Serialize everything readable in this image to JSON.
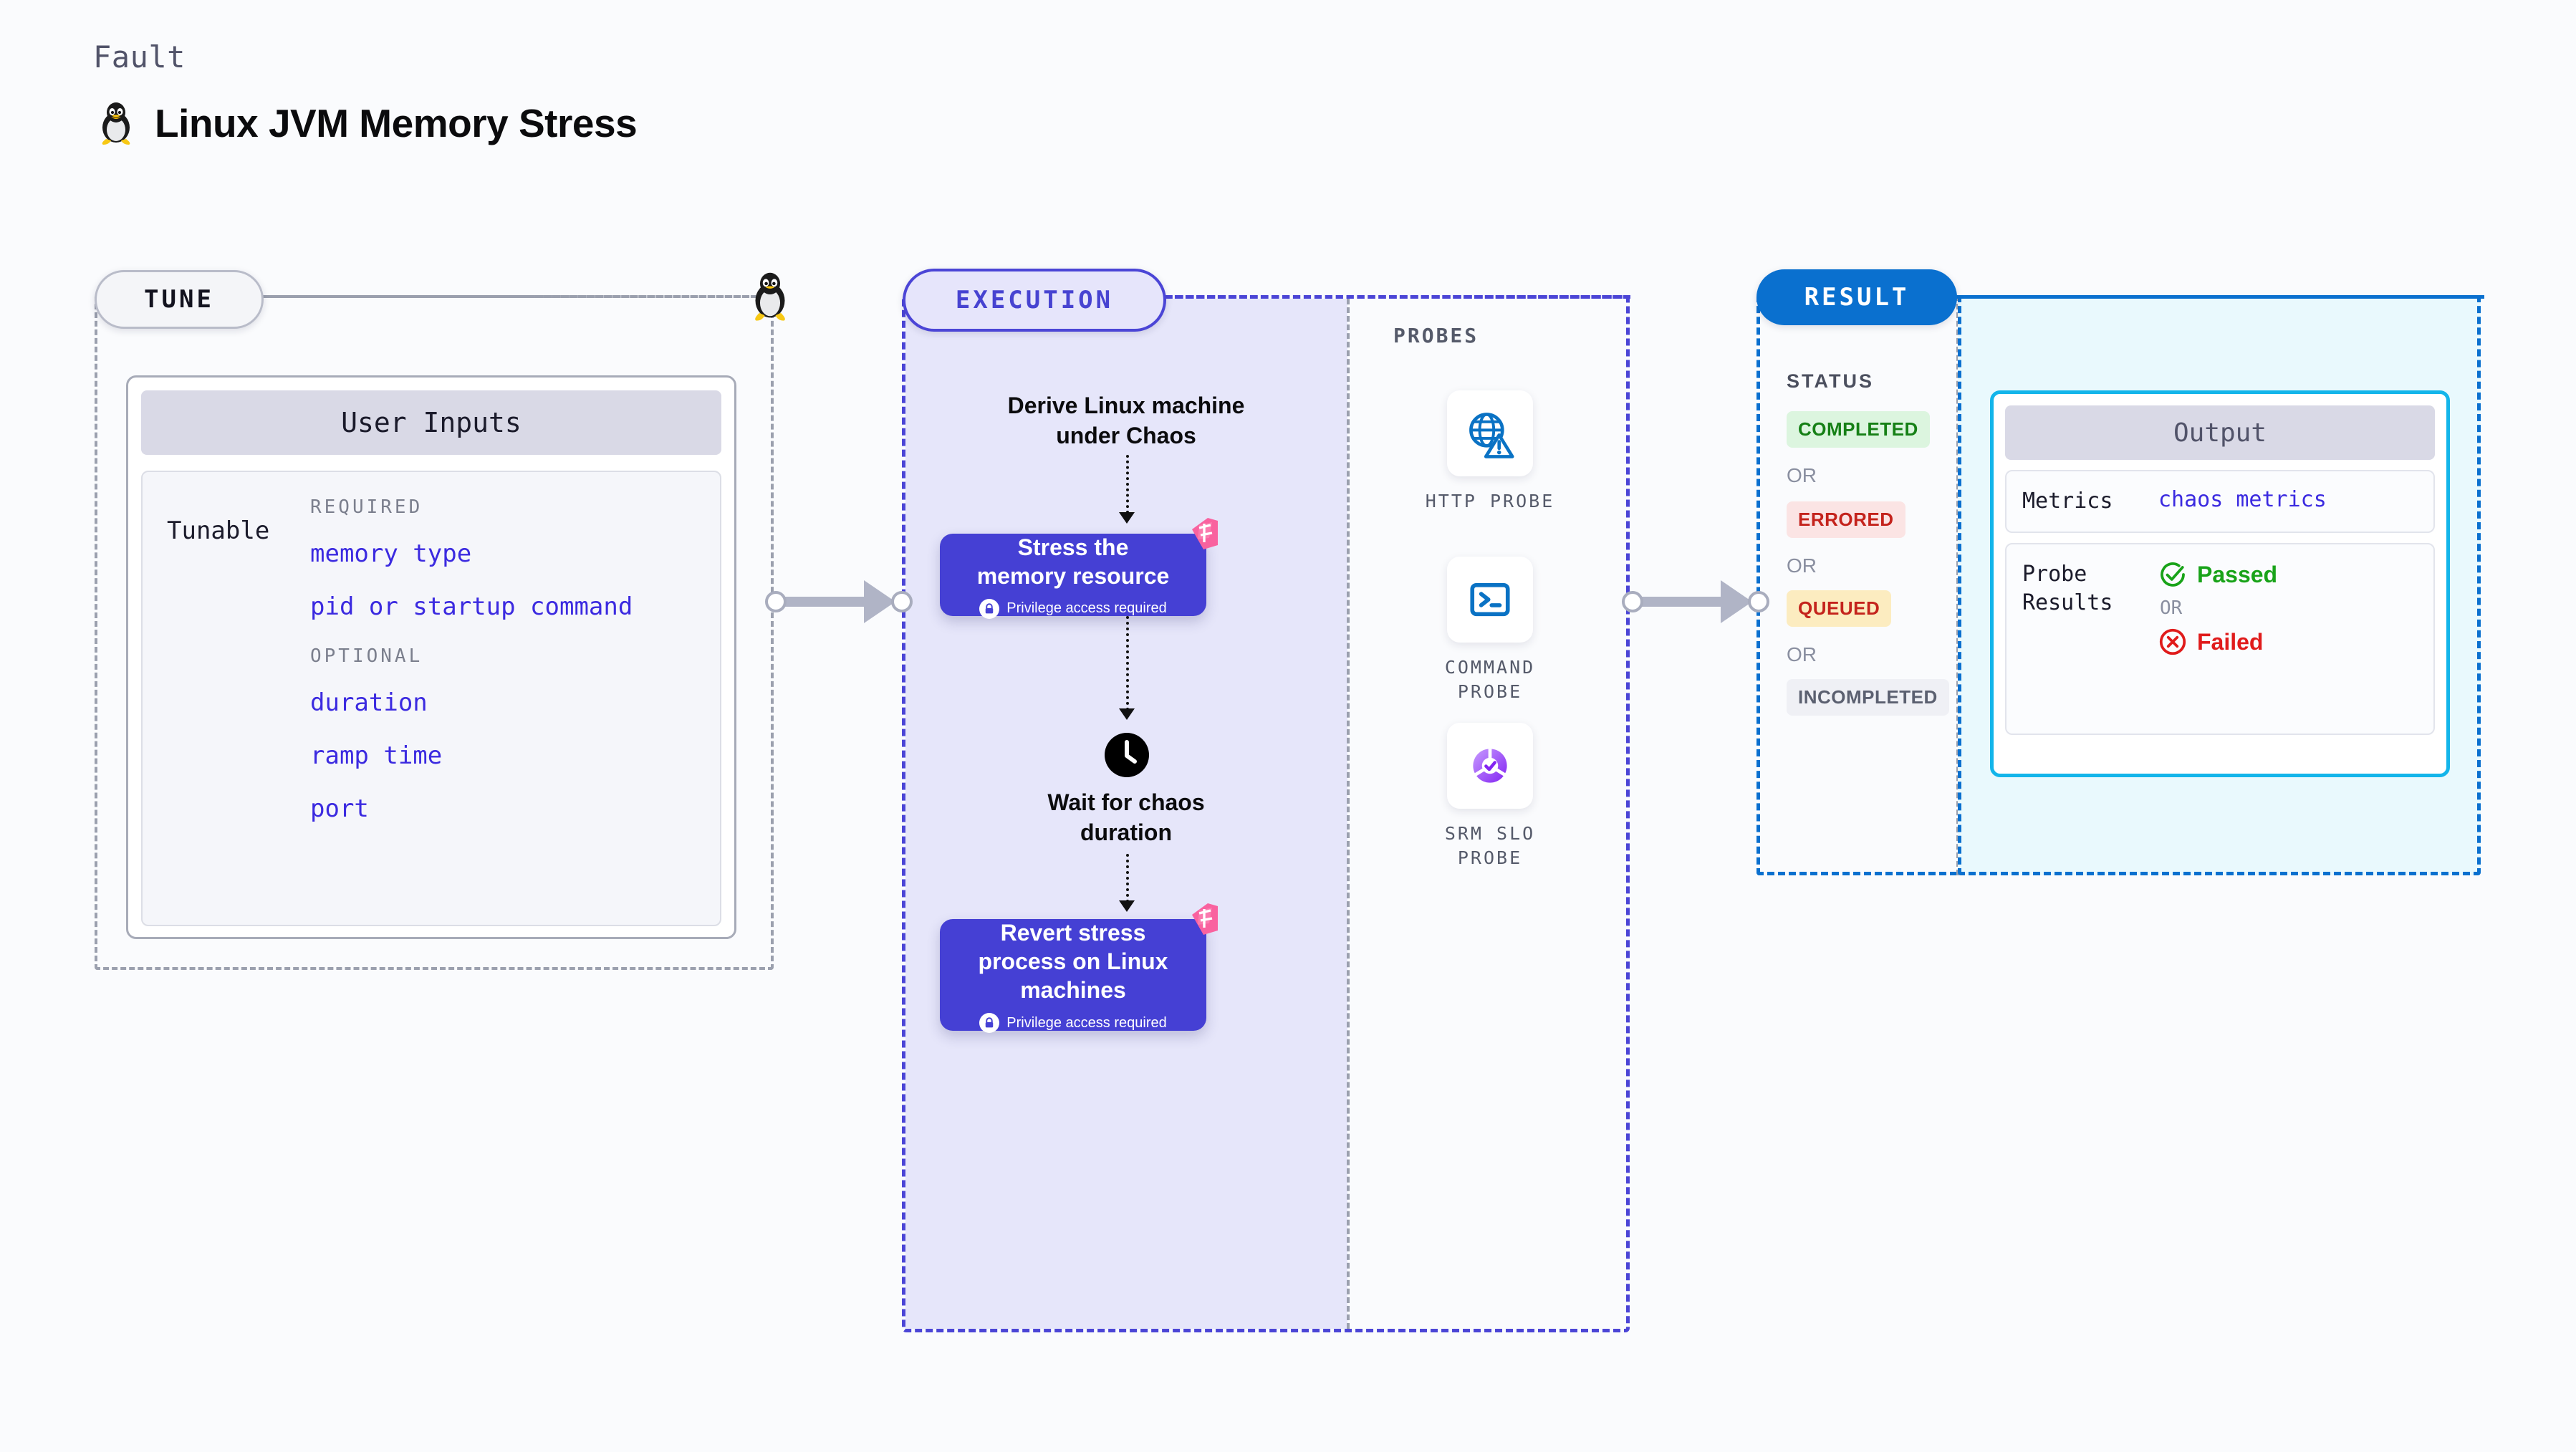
{
  "header": {
    "eyebrow": "Fault",
    "title": "Linux JVM Memory Stress",
    "tux_icon": "tux-penguin-icon"
  },
  "tune": {
    "pill_label": "TUNE",
    "card_title": "User Inputs",
    "tunable_label": "Tunable",
    "groups": [
      {
        "heading": "REQUIRED",
        "items": [
          "memory type",
          "pid or startup command"
        ]
      },
      {
        "heading": "OPTIONAL",
        "items": [
          "duration",
          "ramp time",
          "port"
        ]
      }
    ]
  },
  "execution": {
    "pill_label": "EXECUTION",
    "steps": [
      {
        "kind": "text",
        "label": "Derive Linux machine\nunder Chaos"
      },
      {
        "kind": "card",
        "label": "Stress the\nmemory resource",
        "privilege": "Privilege access required"
      },
      {
        "kind": "clock",
        "label": "Wait for chaos\nduration"
      },
      {
        "kind": "card",
        "label": "Revert stress\nprocess on Linux\nmachines",
        "privilege": "Privilege access required"
      }
    ],
    "derive_line1": "Derive Linux machine",
    "derive_line2": "under Chaos",
    "wait_line1": "Wait for chaos",
    "wait_line2": "duration",
    "step1_line1": "Stress the",
    "step1_line2": "memory resource",
    "step1_priv": "Privilege access required",
    "step2_line1": "Revert stress",
    "step2_line2": "process on Linux",
    "step2_line3": "machines",
    "step2_priv": "Privilege access required"
  },
  "probes": {
    "label": "PROBES",
    "items": [
      {
        "name_line1": "HTTP PROBE",
        "name_line2": "",
        "icon": "globe-warning-icon"
      },
      {
        "name_line1": "COMMAND",
        "name_line2": "PROBE",
        "icon": "terminal-icon"
      },
      {
        "name_line1": "SRM SLO",
        "name_line2": "PROBE",
        "icon": "slo-donut-check-icon"
      }
    ]
  },
  "result": {
    "pill_label": "RESULT",
    "status_label": "STATUS",
    "or_label": "OR",
    "statuses": [
      {
        "label": "COMPLETED",
        "bg": "#dcf5df",
        "fg": "#168016"
      },
      {
        "label": "ERRORED",
        "bg": "#fbe4e4",
        "fg": "#c4231c"
      },
      {
        "label": "QUEUED",
        "bg": "#fcecc0",
        "fg": "#c4231c"
      },
      {
        "label": "INCOMPLETED",
        "bg": "#eff0f5",
        "fg": "#5b6070"
      }
    ],
    "output": {
      "title": "Output",
      "metrics_key": "Metrics",
      "metrics_value": "chaos metrics",
      "probe_key_line1": "Probe",
      "probe_key_line2": "Results",
      "passed_label": "Passed",
      "failed_label": "Failed",
      "or_label": "OR"
    }
  },
  "colors": {
    "indigo": "#4b45d6",
    "card_purple": "#4540d4",
    "result_blue": "#0a70cf",
    "cyan": "#13b5ea",
    "pink": "#f9629f",
    "mono_blue": "#3b2ae0"
  }
}
